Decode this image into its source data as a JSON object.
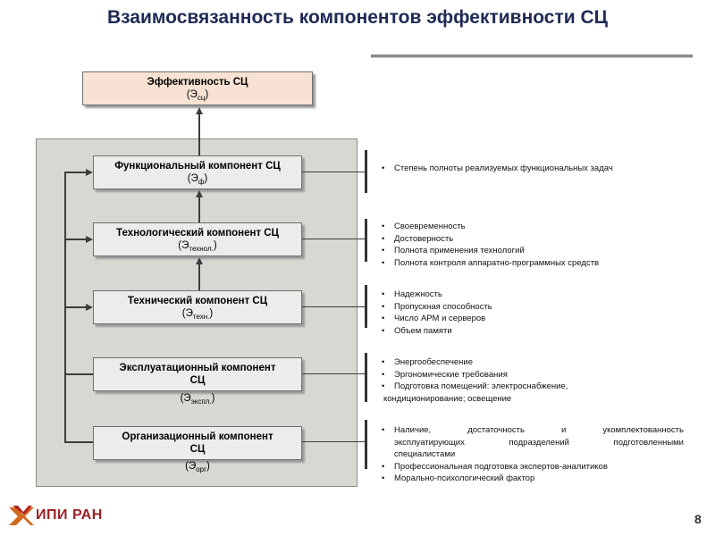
{
  "title": "Взаимосвязанность компонентов эффективности СЦ",
  "top_box": {
    "label": "Эффективность СЦ",
    "symbol_open": "(Э",
    "symbol_sub": "сц",
    "symbol_close": ")"
  },
  "components": [
    {
      "label": "Функциональный компонент СЦ",
      "symbol_open": "(Э",
      "symbol_sub": "ф",
      "symbol_close": ")"
    },
    {
      "label": "Технологический компонент СЦ",
      "symbol_open": "(Э",
      "symbol_sub": "технол.",
      "symbol_close": ")"
    },
    {
      "label": "Технический компонент СЦ",
      "symbol_open": "(Э",
      "symbol_sub": "техн.",
      "symbol_close": ")"
    },
    {
      "label1": "Эксплуатационный компонент",
      "label2": "СЦ",
      "symbol_open": "(Э",
      "symbol_sub": "экспл.",
      "symbol_close": ")"
    },
    {
      "label1": "Организационный компонент",
      "label2": "СЦ",
      "symbol_open": "(Э",
      "symbol_sub": "орг",
      "symbol_close": ")"
    }
  ],
  "indicators": [
    [
      "Степень полноты реализуемых функциональных задач"
    ],
    [
      "Своевременность",
      "Достоверность",
      "Полнота применения  технологий",
      "Полнота контроля аппаратно-программных средств"
    ],
    [
      "Надежность",
      "Пропускная способность",
      "Число АРМ  и серверов",
      "Объем памяти"
    ],
    [
      "Энергообеспечение",
      "Эргономические требования",
      "Подготовка помещений: электроснабжение,",
      "кондиционирование;   освещение"
    ],
    [
      "Наличие, достаточность и укомплектованность",
      "эксплуатирующих подразделений подготовленными",
      "специалистами",
      "Профессиональная подготовка экспертов-аналитиков",
      "Морально-психологический фактор"
    ]
  ],
  "footer": {
    "logo_text": "ИПИ РАН",
    "page_number": "8"
  }
}
